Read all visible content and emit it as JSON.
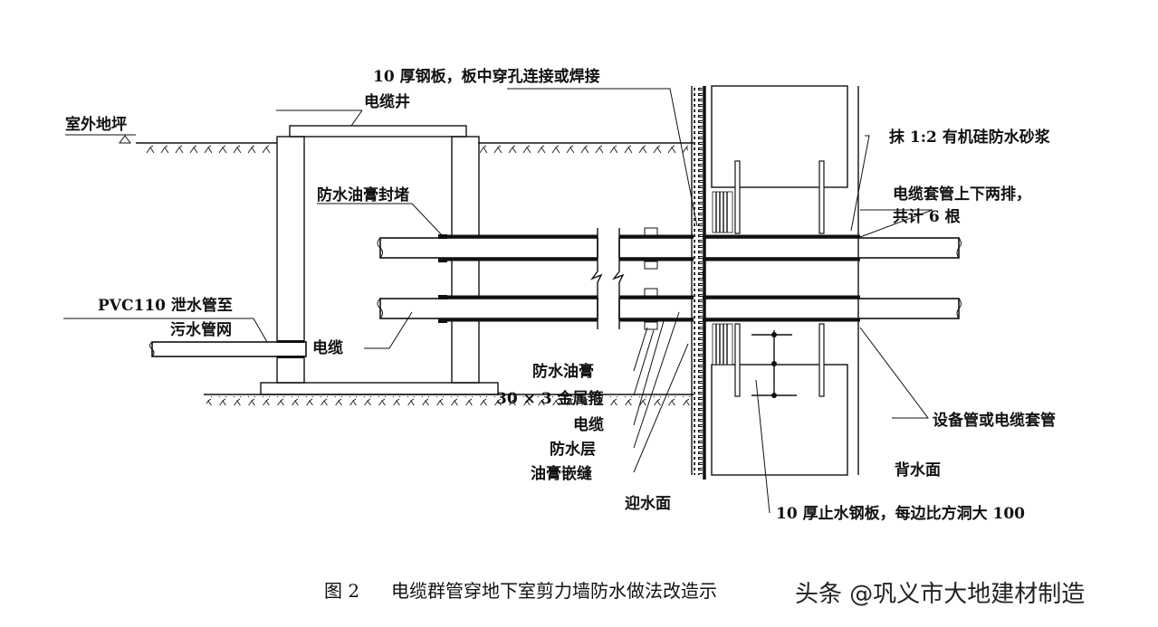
{
  "figure": {
    "caption_number": "图 2",
    "caption_title": "电缆群管穿地下室剪力墙防水做法改造示",
    "watermark": "头条 @巩义市大地建材制造"
  },
  "labels": {
    "outdoor_ground": "室外地坪",
    "cable_well": "电缆井",
    "steel_plate_top": "10 厚钢板，板中穿孔连接或焊接",
    "waterproof_paste_seal": "防水油膏封堵",
    "mortar": "抹 1:2 有机硅防水砂浆",
    "sleeve_rows_line1": "电缆套管上下两排，",
    "sleeve_rows_line2": "共计 6 根",
    "pvc_drain_line1": "PVC110 泄水管至",
    "pvc_drain_line2": "污水管网",
    "cable_left": "电缆",
    "waterproof_paste": "防水油膏",
    "metal_hoop": "30 × 3 金属箍",
    "cable_mid": "电缆",
    "waterproof_layer": "防水层",
    "paste_joint": "油膏嵌缝",
    "upstream_face": "迎水面",
    "equipment_sleeve": "设备管或电缆套管",
    "downstream_face": "背水面",
    "stop_plate": "10 厚止水钢板，每边比方洞大 100"
  },
  "colors": {
    "ink": "#111111",
    "paper": "#ffffff"
  }
}
